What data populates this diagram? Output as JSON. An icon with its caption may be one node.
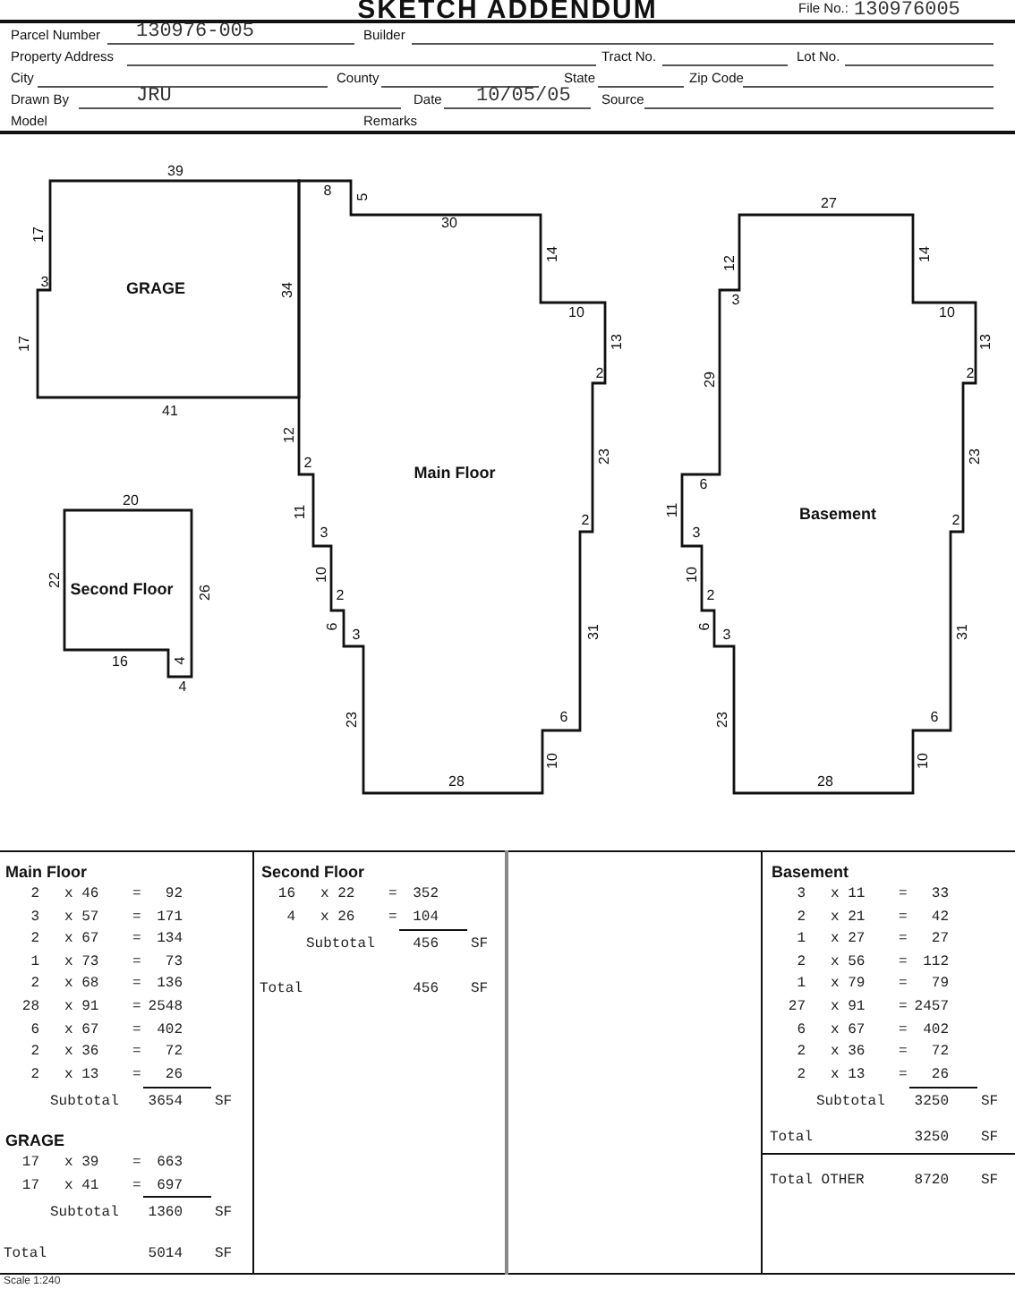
{
  "diagram": {
    "title": "SKETCH  ADDENDUM",
    "nodes": [
      {
        "text": [
          "GRAGE"
        ]
      },
      {
        "text": [
          "Main Floor"
        ]
      },
      {
        "text": [
          "Basement"
        ]
      },
      {
        "text": [
          "Second Floor"
        ]
      }
    ],
    "labels": [
      "File No.:",
      "130976005",
      "Parcel Number",
      "130976-005",
      "Builder",
      "Property Address",
      "Tract No.",
      "Lot No.",
      "City",
      "County",
      "State",
      "Zip Code",
      "Drawn By",
      "JRU",
      "Date",
      "10/05/05",
      "Source",
      "Model",
      "Remarks",
      "39",
      "17",
      "3",
      "17",
      "41",
      "34",
      "8",
      "5",
      "30",
      "14",
      "10",
      "13",
      "2",
      "12",
      "2",
      "11",
      "3",
      "10",
      "2",
      "6",
      "3",
      "23",
      "28",
      "6",
      "10",
      "31",
      "23",
      "2",
      "27",
      "12",
      "3",
      "14",
      "10",
      "13",
      "2",
      "29",
      "6",
      "11",
      "3",
      "10",
      "2",
      "6",
      "3",
      "23",
      "28",
      "6",
      "10",
      "31",
      "23",
      "2",
      "20",
      "22",
      "26",
      "16",
      "4",
      "4",
      "Main Floor",
      "2",
      "x 46",
      "=",
      "92",
      "3",
      "x 57",
      "=",
      "171",
      "2",
      "x 67",
      "=",
      "134",
      "1",
      "x 73",
      "=",
      "73",
      "2",
      "x 68",
      "=",
      "136",
      "28",
      "x 91",
      "=",
      "2548",
      "6",
      "x 67",
      "=",
      "402",
      "2",
      "x 36",
      "=",
      "72",
      "2",
      "x 13",
      "=",
      "26",
      "Subtotal",
      "3654",
      "SF",
      "GRAGE",
      "17",
      "x 39",
      "=",
      "663",
      "17",
      "x 41",
      "=",
      "697",
      "Subtotal",
      "1360",
      "SF",
      "Total",
      "5014",
      "SF",
      "Second Floor",
      "16",
      "x 22",
      "=",
      "352",
      "4",
      "x 26",
      "=",
      "104",
      "Subtotal",
      "456",
      "SF",
      "Total",
      "456",
      "SF",
      "Basement",
      "3",
      "x 11",
      "=",
      "33",
      "2",
      "x 21",
      "=",
      "42",
      "1",
      "x 27",
      "=",
      "27",
      "2",
      "x 56",
      "=",
      "112",
      "1",
      "x 79",
      "=",
      "79",
      "27",
      "x 91",
      "=",
      "2457",
      "6",
      "x 67",
      "=",
      "402",
      "2",
      "x 36",
      "=",
      "72",
      "2",
      "x 13",
      "=",
      "26",
      "Subtotal",
      "3250",
      "SF",
      "Total",
      "3250",
      "SF",
      "Total OTHER",
      "8720",
      "SF",
      "Scale 1:240"
    ]
  }
}
